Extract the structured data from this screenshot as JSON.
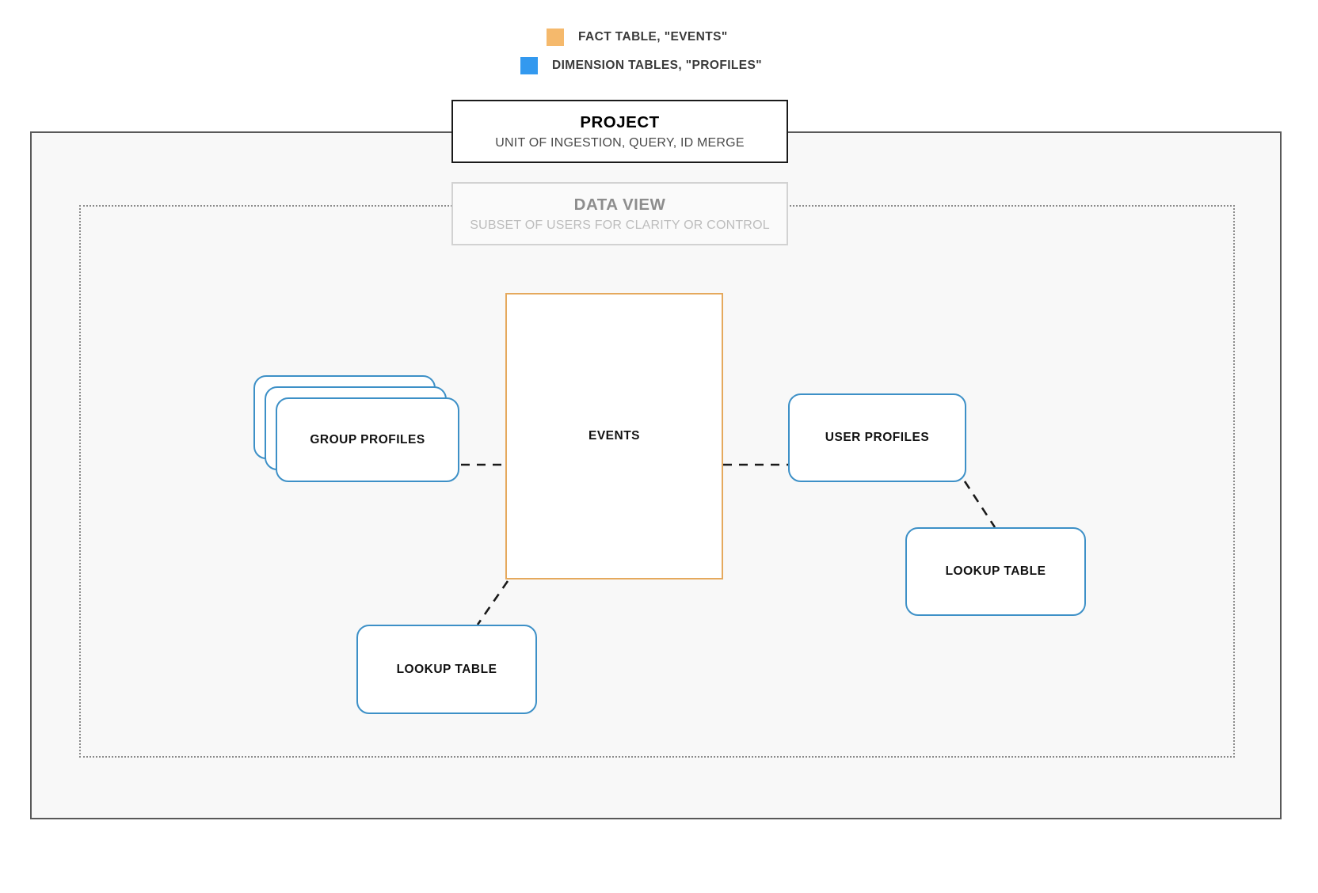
{
  "legend": {
    "items": [
      {
        "label": "FACT TABLE, \"EVENTS\"",
        "color": "#f5b96c",
        "swatch_name": "fact-table-swatch"
      },
      {
        "label": "DIMENSION TABLES, \"PROFILES\"",
        "color": "#3399ef",
        "swatch_name": "dimension-tables-swatch"
      }
    ]
  },
  "project": {
    "title": "PROJECT",
    "subtitle": "UNIT OF INGESTION, QUERY, ID MERGE"
  },
  "data_view": {
    "title": "DATA VIEW",
    "subtitle": "SUBSET OF USERS FOR CLARITY OR CONTROL"
  },
  "nodes": {
    "events": {
      "label": "EVENTS",
      "type": "fact-table",
      "color": "#e5a95d"
    },
    "group_profiles": {
      "label": "GROUP PROFILES",
      "type": "dimension-table-stack",
      "color": "#3d90c7"
    },
    "user_profiles": {
      "label": "USER PROFILES",
      "type": "dimension-table",
      "color": "#3d90c7"
    },
    "lookup_table_left": {
      "label": "LOOKUP TABLE",
      "type": "dimension-table",
      "color": "#3d90c7"
    },
    "lookup_table_right": {
      "label": "LOOKUP TABLE",
      "type": "dimension-table",
      "color": "#3d90c7"
    }
  },
  "connectors": [
    {
      "name": "group-profiles-to-events",
      "style": "dashed"
    },
    {
      "name": "events-to-user-profiles",
      "style": "dashed"
    },
    {
      "name": "events-to-lookup-table-left",
      "style": "dashed"
    },
    {
      "name": "user-profiles-to-lookup-table-right",
      "style": "dashed"
    }
  ],
  "containers": {
    "outer": {
      "name": "project-container",
      "border": "#595959",
      "fill": "#f8f8f8"
    },
    "inner": {
      "name": "data-view-container",
      "border": "#8a8a8a",
      "style": "dotted"
    }
  }
}
